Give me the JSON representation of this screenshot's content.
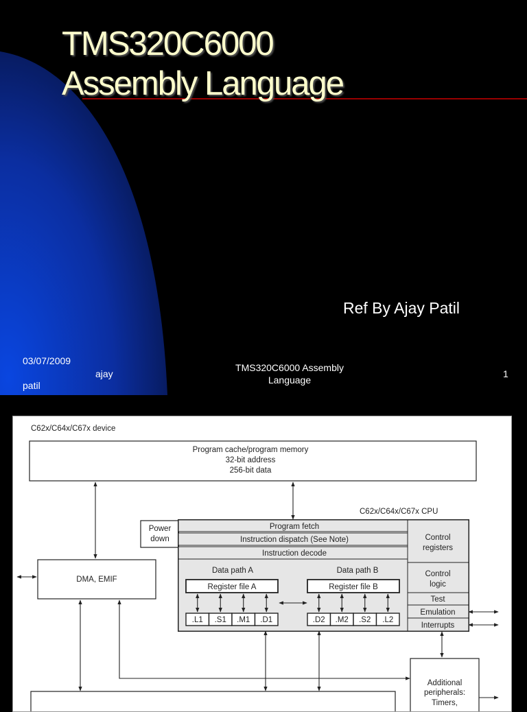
{
  "slide1": {
    "title_line1": "TMS320C6000",
    "title_line2": "Assembly Language",
    "subtitle": "Ref By Ajay Patil",
    "footer": {
      "date": "03/07/2009",
      "author_line1": "ajay",
      "author_line2": "patil",
      "title_line1": "TMS320C6000 Assembly",
      "title_line2": "Language",
      "page_number": "1"
    },
    "colors": {
      "title": "#ffffcc",
      "accent_line": "#cc0000",
      "gradient_blue": "#0a3fd0"
    }
  },
  "diagram": {
    "device_label": "C62x/C64x/C67x device",
    "program_memory": {
      "line1": "Program cache/program memory",
      "line2": "32-bit address",
      "line3": "256-bit data"
    },
    "cpu_label": "C62x/C64x/C67x CPU",
    "power_down": {
      "line1": "Power",
      "line2": "down"
    },
    "program_fetch": "Program fetch",
    "instruction_dispatch": "Instruction dispatch (See Note)",
    "instruction_decode": "Instruction decode",
    "data_path_a": "Data path A",
    "data_path_b": "Data path B",
    "register_file_a": "Register file A",
    "register_file_b": "Register file B",
    "units_a": [
      ".L1",
      ".S1",
      ".M1",
      ".D1"
    ],
    "units_b": [
      ".D2",
      ".M2",
      ".S2",
      ".L2"
    ],
    "control_registers": {
      "line1": "Control",
      "line2": "registers"
    },
    "control_logic": {
      "line1": "Control",
      "line2": "logic"
    },
    "test": "Test",
    "emulation": "Emulation",
    "interrupts": "Interrupts",
    "dma_emif": "DMA, EMIF",
    "additional_peripherals": {
      "line1": "Additional",
      "line2": "peripherals:",
      "line3": "Timers,"
    }
  }
}
